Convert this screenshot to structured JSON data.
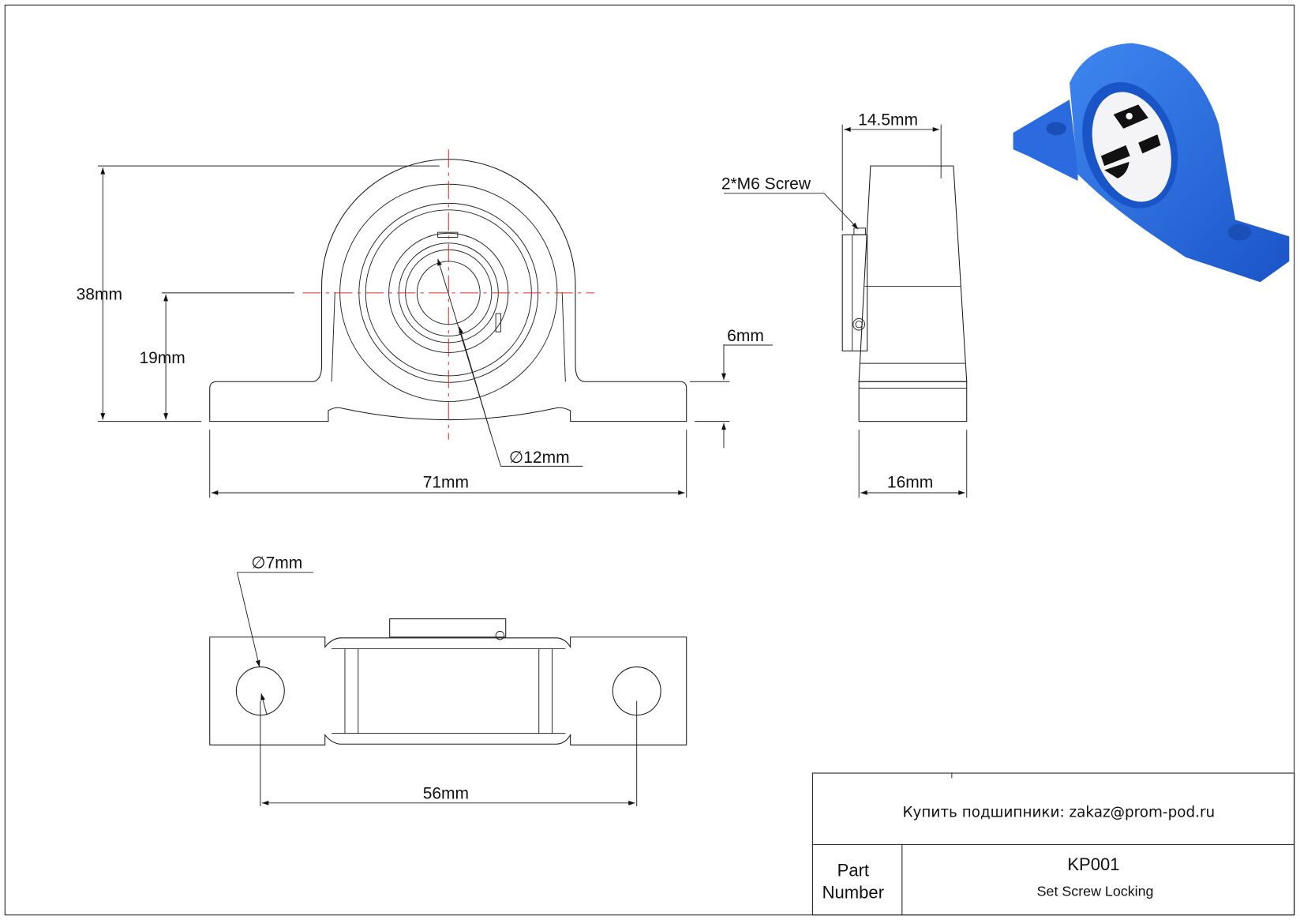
{
  "drawing": {
    "dimensions": {
      "height_total": "38mm",
      "center_height": "19mm",
      "base_thickness": "6mm",
      "bore_diameter": "12mm",
      "overall_length": "71mm",
      "collar_width": "14.5mm",
      "screw_note": "2*M6 Screw",
      "base_width": "16mm",
      "hole_diameter": "7mm",
      "hole_spacing": "56mm"
    },
    "diameter_symbol": "∅",
    "colors": {
      "housing": "#2a6fe0",
      "centerline": "#e0302a",
      "line": "#1a1a1a"
    }
  },
  "title_block": {
    "contact": "Купить подшипники: zakaz@prom-pod.ru",
    "part_label_line1": "Part",
    "part_label_line2": "Number",
    "part_number": "KP001",
    "description": "Set Screw Locking"
  }
}
